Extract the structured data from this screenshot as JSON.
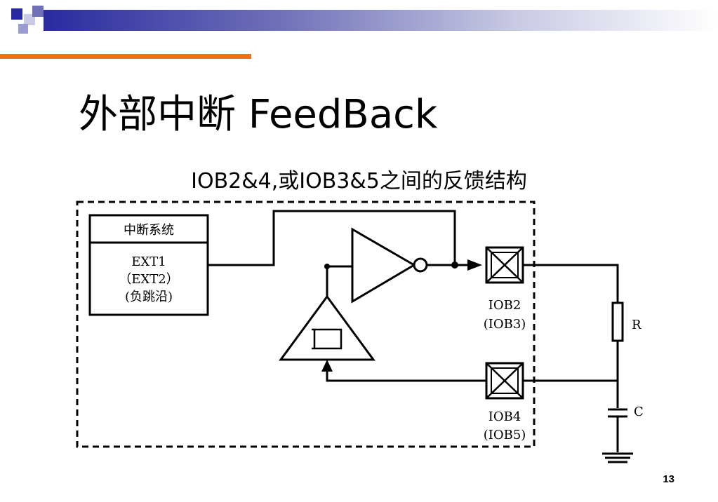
{
  "slide": {
    "title": "外部中断  FeedBack",
    "subtitle": "IOB2&4,或IOB3&5之间的反馈结构",
    "page_number": "13"
  },
  "diagram": {
    "interrupt_box": {
      "header": "中断系统",
      "line1": "EXT1",
      "line2": "（EXT2）",
      "line3": "(负跳沿)"
    },
    "port_top": {
      "line1": "IOB2",
      "line2": "(IOB3)"
    },
    "port_bottom": {
      "line1": "IOB4",
      "line2": "(IOB5)"
    },
    "resistor_label": "R",
    "capacitor_label": "C"
  },
  "colors": {
    "header_band_start": "#2a2aa0",
    "accent_orange": "#f07018"
  }
}
